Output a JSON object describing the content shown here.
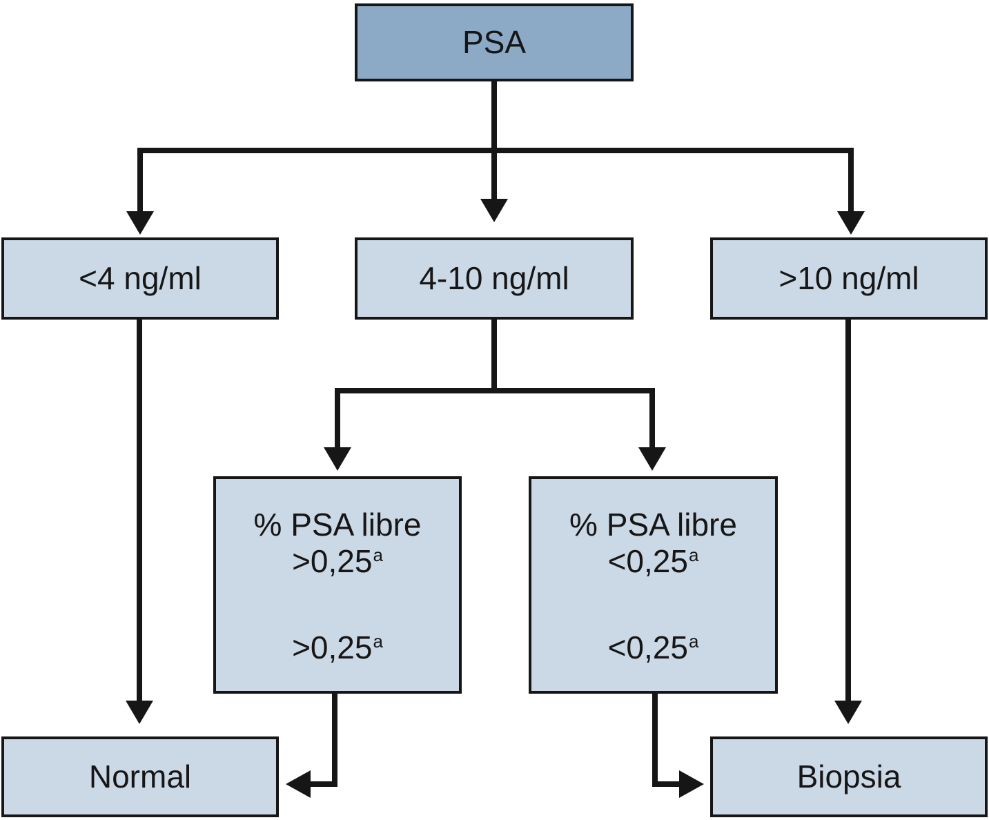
{
  "colors": {
    "background": "#ffffff",
    "root_fill": "#8ca9c6",
    "node_fill": "#cbd8e6",
    "border": "#161616",
    "line": "#161616",
    "text": "#161616"
  },
  "flowchart": {
    "root": {
      "label": "PSA"
    },
    "level1": [
      {
        "label": "<4 ng/ml"
      },
      {
        "label": "4-10 ng/ml"
      },
      {
        "label": ">10 ng/ml"
      }
    ],
    "level2": [
      {
        "title": "% PSA libre",
        "line1": ">0,25",
        "line1_sup": "a",
        "line2": ">0,25",
        "line2_sup": "a"
      },
      {
        "title": "% PSA libre",
        "line1": "<0,25",
        "line1_sup": "a",
        "line2": "<0,25",
        "line2_sup": "a"
      }
    ],
    "outcomes": [
      {
        "label": "Normal"
      },
      {
        "label": "Biopsia"
      }
    ]
  }
}
